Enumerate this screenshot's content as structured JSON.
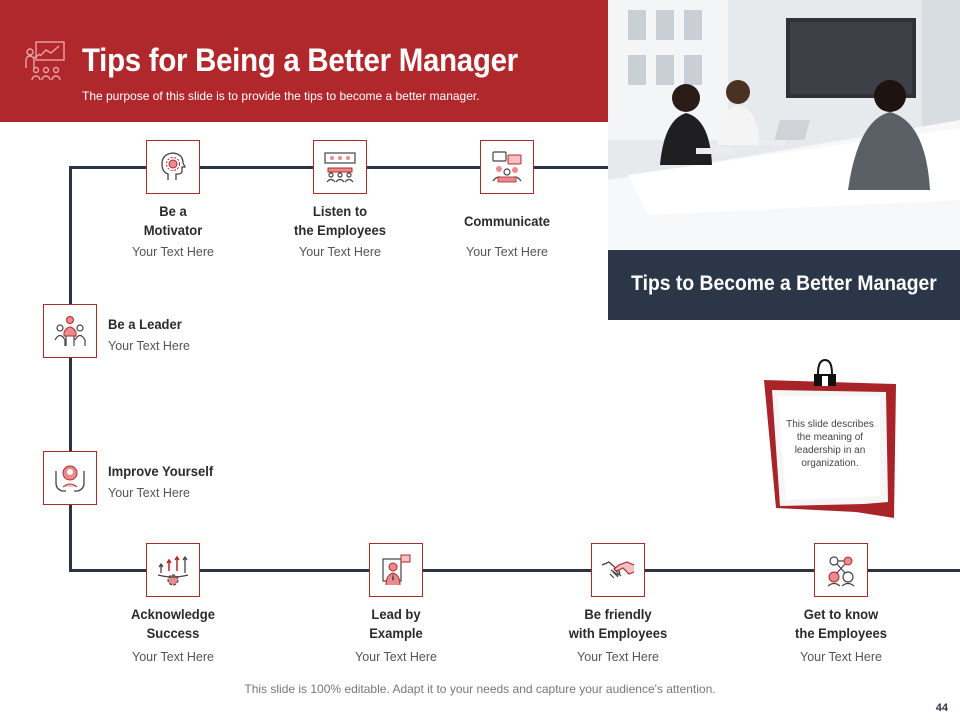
{
  "header": {
    "title": "Tips for Being a Better Manager",
    "subtitle": "The purpose of this slide is to provide  the tips to become a better manager."
  },
  "caption": "Tips to Become a Better Manager",
  "top_steps": [
    {
      "title_line1": "Be a",
      "title_line2": "Motivator",
      "text": "Your Text Here",
      "icon": "head-gear-icon"
    },
    {
      "title_line1": "Listen to",
      "title_line2": "the Employees",
      "text": "Your Text Here",
      "icon": "meeting-icon"
    },
    {
      "title_line1": "Communicate",
      "title_line2": "",
      "text": "Your Text Here",
      "icon": "chat-people-icon"
    }
  ],
  "side_steps": [
    {
      "title": "Be a Leader",
      "text": "Your Text Here",
      "icon": "team-leader-icon"
    },
    {
      "title": "Improve Yourself",
      "text": "Your Text Here",
      "icon": "self-care-icon"
    }
  ],
  "bottom_steps": [
    {
      "title_line1": "Acknowledge",
      "title_line2": "Success",
      "text": "Your Text Here",
      "icon": "growth-gear-icon"
    },
    {
      "title_line1": "Lead by",
      "title_line2": "Example",
      "text": "Your Text Here",
      "icon": "presenter-icon"
    },
    {
      "title_line1": "Be friendly",
      "title_line2": "with Employees",
      "text": "Your Text Here",
      "icon": "handshake-icon"
    },
    {
      "title_line1": "Get to know",
      "title_line2": "the Employees",
      "text": "Your Text Here",
      "icon": "network-people-icon"
    }
  ],
  "note": {
    "text": "This slide describes the meaning of leadership in an organization.",
    "icon": "binder-clip-icon"
  },
  "footer": "This slide is 100% editable. Adapt it to your needs and capture your audience's attention.",
  "page_number": "44",
  "colors": {
    "accent": "#b0282c",
    "dark": "#2b3649",
    "line": "#2b3442"
  }
}
